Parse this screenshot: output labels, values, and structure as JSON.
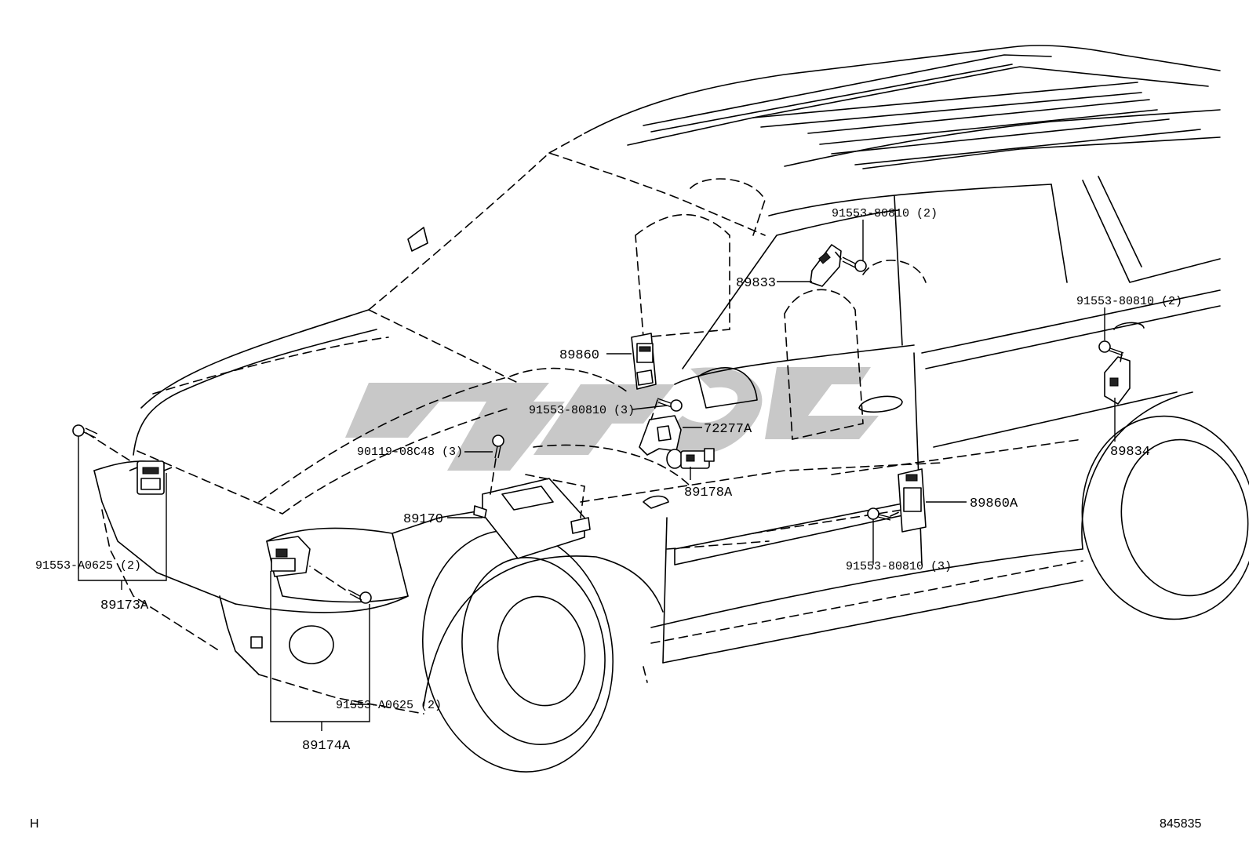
{
  "labels": {
    "p91553_80810_top": "91553-80810 (2)",
    "p89833": "89833",
    "p91553_80810_right": "91553-80810 (2)",
    "p89860": "89860",
    "p91553_80810_3a": "91553-80810 (3)",
    "p72277A": "72277A",
    "p90119": "90119-08C48 (3)",
    "p89178A": "89178A",
    "p89834": "89834",
    "p89860A": "89860A",
    "p89170": "89170",
    "p91553_A0625_left": "91553-A0625 (2)",
    "p89173A": "89173A",
    "p91553_80810_3b": "91553-80810 (3)",
    "p91553_A0625_bottom": "91553-A0625 (2)",
    "p89174A": "89174A"
  },
  "corner": {
    "left": "H",
    "right": "845835"
  },
  "colors": {
    "line": "#000000",
    "watermark": "#c8c8c8",
    "background": "#ffffff"
  }
}
